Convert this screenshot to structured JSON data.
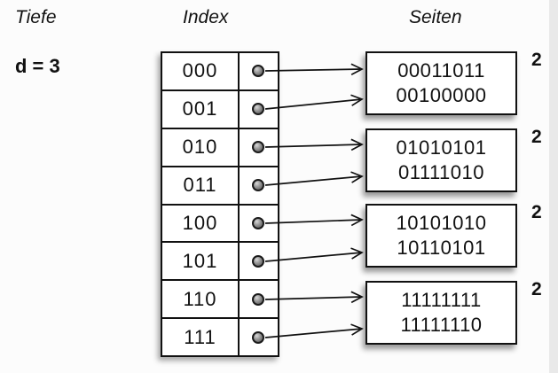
{
  "headers": {
    "depth": "Tiefe",
    "index": "Index",
    "pages": "Seiten"
  },
  "depth": {
    "value": "d = 3"
  },
  "index": {
    "rows": [
      {
        "label": "000"
      },
      {
        "label": "001"
      },
      {
        "label": "010"
      },
      {
        "label": "011"
      },
      {
        "label": "100"
      },
      {
        "label": "101"
      },
      {
        "label": "110"
      },
      {
        "label": "111"
      }
    ]
  },
  "pages": [
    {
      "lines": [
        "00011011",
        "00100000"
      ],
      "local_depth": "2"
    },
    {
      "lines": [
        "01010101",
        "01111010"
      ],
      "local_depth": "2"
    },
    {
      "lines": [
        "10101010",
        "10110101"
      ],
      "local_depth": "2"
    },
    {
      "lines": [
        "11111111",
        "11111110"
      ],
      "local_depth": "2"
    }
  ],
  "icons": {
    "pointer_dot": "filled-circle-pointer",
    "arrow": "right-arrow"
  },
  "colors": {
    "line": "#111111",
    "box_background": "#ffffff",
    "canvas_background": "#fcfcfc",
    "right_strip": "#e9e9e9"
  }
}
